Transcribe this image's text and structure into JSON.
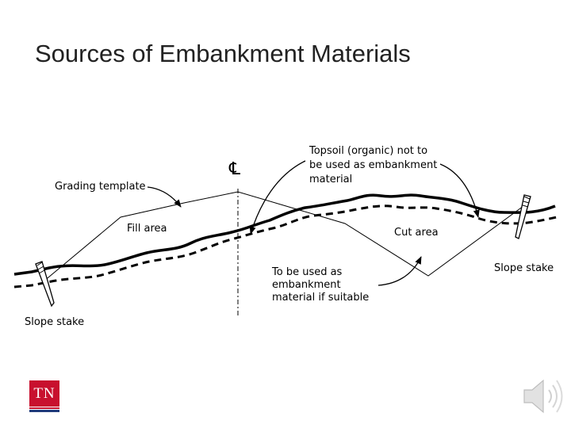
{
  "slide": {
    "title": "Sources of Embankment Materials"
  },
  "diagram": {
    "labels": {
      "grading_template": "Grading template",
      "centerline": "℄",
      "topsoil_line1": "Topsoil (organic) not to",
      "topsoil_line2": "be used as embankment",
      "topsoil_line3": "material",
      "fill_area": "Fill area",
      "cut_area": "Cut area",
      "embankment_line1": "To be used as",
      "embankment_line2": "embankment",
      "embankment_line3": "material if suitable",
      "slope_stake_left": "Slope stake",
      "slope_stake_right": "Slope stake"
    }
  },
  "logo": {
    "text": "TN",
    "colors": {
      "red": "#c8102e",
      "blue": "#1f3a7a"
    }
  },
  "icons": {
    "audio": "speaker-icon"
  }
}
